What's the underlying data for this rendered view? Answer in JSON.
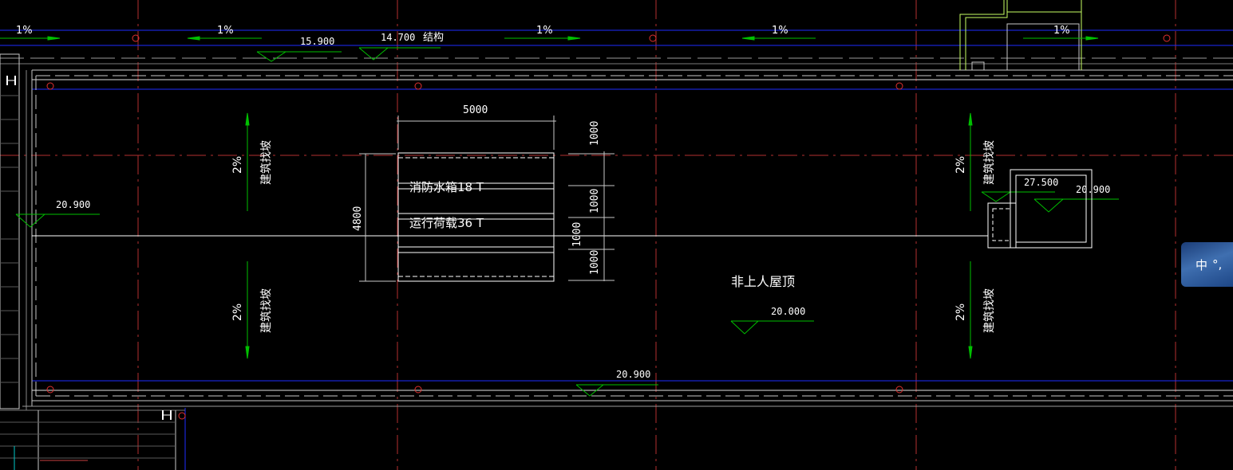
{
  "drawing": {
    "slope_labels_top": [
      "1%",
      "1%",
      "1%",
      "1%",
      "1%"
    ],
    "slope_labels_2pct": [
      "2%",
      "2%",
      "2%",
      "2%"
    ],
    "slope_find_label": "建筑找坡",
    "elevations": {
      "e15900": "15.900",
      "e14700": "14.700",
      "structure_label": "结构",
      "left": "20.900",
      "right_inner": "27.500",
      "right_outer": "20.900",
      "center": "20.000",
      "bottom": "20.900"
    },
    "tank": {
      "width_dim": "5000",
      "height_dim": "4800",
      "dims_right": [
        "1000",
        "1000",
        "1000",
        "1000"
      ],
      "label_tank": "消防水箱18 T",
      "label_load": "运行荷载36 T"
    },
    "roof_label": "非上人屋顶",
    "colors": {
      "background": "#000000",
      "axis_red": "#c83232",
      "blue_line": "#1e2cff",
      "green": "#00c000",
      "white": "#ffffff",
      "wall_gray": "#b4b4b4",
      "yellow_green": "#c8ff64"
    }
  },
  "ime": {
    "text": "中",
    "punct": "°,"
  }
}
